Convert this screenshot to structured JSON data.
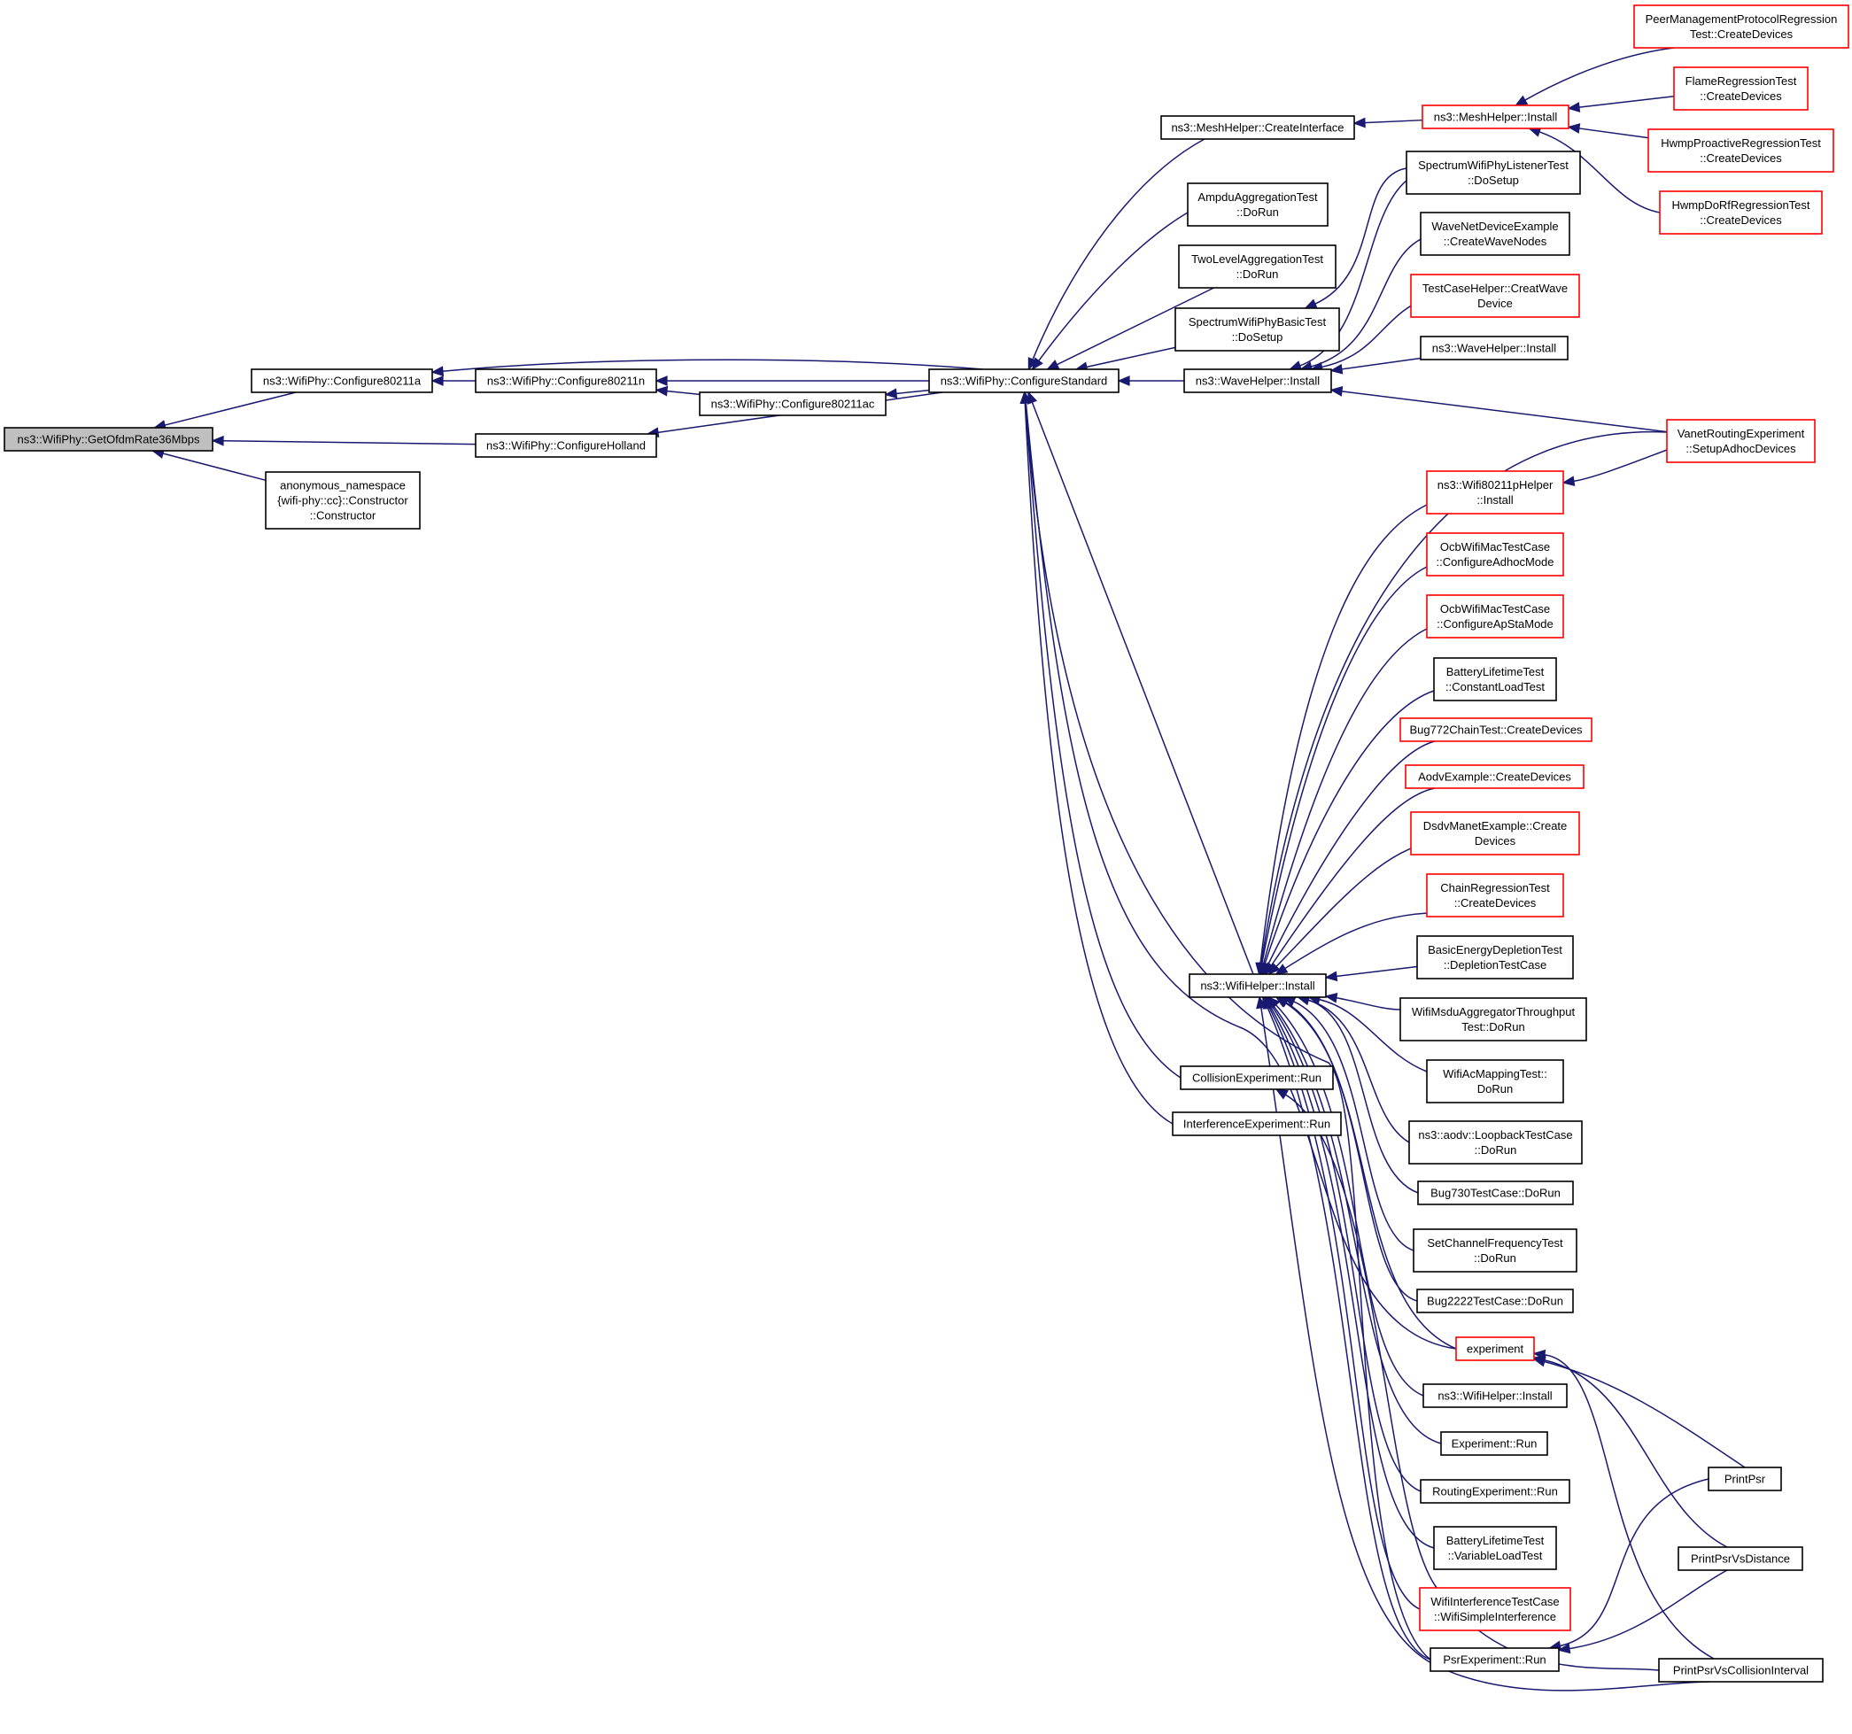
{
  "colors": {
    "edge": "#191970",
    "node_border_black": "#000000",
    "node_border_red": "#ff0000",
    "root_fill": "#bfbfbf",
    "node_fill": "#ffffff"
  },
  "nodes": [
    {
      "id": "root",
      "lines": [
        "ns3::WifiPhy::GetOfdmRate36Mbps"
      ],
      "border": "black",
      "root": true
    },
    {
      "id": "c80211a",
      "lines": [
        "ns3::WifiPhy::Configure80211a"
      ],
      "border": "black"
    },
    {
      "id": "anon",
      "lines": [
        "anonymous_namespace",
        "{wifi-phy::cc}::Constructor",
        "::Constructor"
      ],
      "border": "black"
    },
    {
      "id": "c80211n",
      "lines": [
        "ns3::WifiPhy::Configure80211n"
      ],
      "border": "black"
    },
    {
      "id": "cholland",
      "lines": [
        "ns3::WifiPhy::ConfigureHolland"
      ],
      "border": "black"
    },
    {
      "id": "c80211ac",
      "lines": [
        "ns3::WifiPhy::Configure80211ac"
      ],
      "border": "black"
    },
    {
      "id": "cstd",
      "lines": [
        "ns3::WifiPhy::ConfigureStandard"
      ],
      "border": "black"
    },
    {
      "id": "meshci",
      "lines": [
        "ns3::MeshHelper::CreateInterface"
      ],
      "border": "black"
    },
    {
      "id": "ampdu",
      "lines": [
        "AmpduAggregationTest",
        "::DoRun"
      ],
      "border": "black"
    },
    {
      "id": "twolevel",
      "lines": [
        "TwoLevelAggregationTest",
        "::DoRun"
      ],
      "border": "black"
    },
    {
      "id": "swpbasic",
      "lines": [
        "SpectrumWifiPhyBasicTest",
        "::DoSetup"
      ],
      "border": "black"
    },
    {
      "id": "wavehi",
      "lines": [
        "ns3::WaveHelper::Install"
      ],
      "border": "black"
    },
    {
      "id": "wifihi",
      "lines": [
        "ns3::WifiHelper::Install"
      ],
      "border": "black"
    },
    {
      "id": "collexp",
      "lines": [
        "CollisionExperiment::Run"
      ],
      "border": "black"
    },
    {
      "id": "interexp",
      "lines": [
        "InterferenceExperiment::Run"
      ],
      "border": "black"
    },
    {
      "id": "meshinst",
      "lines": [
        "ns3::MeshHelper::Install"
      ],
      "border": "red"
    },
    {
      "id": "swplistener",
      "lines": [
        "SpectrumWifiPhyListenerTest",
        "::DoSetup"
      ],
      "border": "black"
    },
    {
      "id": "wavenet",
      "lines": [
        "WaveNetDeviceExample",
        "::CreateWaveNodes"
      ],
      "border": "black"
    },
    {
      "id": "tchelper",
      "lines": [
        "TestCaseHelper::CreatWave",
        "Device"
      ],
      "border": "red"
    },
    {
      "id": "wavehi2",
      "lines": [
        "ns3::WaveHelper::Install"
      ],
      "border": "black"
    },
    {
      "id": "w80211p",
      "lines": [
        "ns3::Wifi80211pHelper",
        "::Install"
      ],
      "border": "red"
    },
    {
      "id": "ocbadhoc",
      "lines": [
        "OcbWifiMacTestCase",
        "::ConfigureAdhocMode"
      ],
      "border": "red"
    },
    {
      "id": "ocbapsta",
      "lines": [
        "OcbWifiMacTestCase",
        "::ConfigureApStaMode"
      ],
      "border": "red"
    },
    {
      "id": "battconst",
      "lines": [
        "BatteryLifetimeTest",
        "::ConstantLoadTest"
      ],
      "border": "black"
    },
    {
      "id": "bug772",
      "lines": [
        "Bug772ChainTest::CreateDevices"
      ],
      "border": "red"
    },
    {
      "id": "aodvex",
      "lines": [
        "AodvExample::CreateDevices"
      ],
      "border": "red"
    },
    {
      "id": "dsdv",
      "lines": [
        "DsdvManetExample::Create",
        "Devices"
      ],
      "border": "red"
    },
    {
      "id": "chainreg",
      "lines": [
        "ChainRegressionTest",
        "::CreateDevices"
      ],
      "border": "red"
    },
    {
      "id": "basicenergy",
      "lines": [
        "BasicEnergyDepletionTest",
        "::DepletionTestCase"
      ],
      "border": "black"
    },
    {
      "id": "msduagg",
      "lines": [
        "WifiMsduAggregatorThroughput",
        "Test::DoRun"
      ],
      "border": "black"
    },
    {
      "id": "acmap",
      "lines": [
        "WifiAcMappingTest::",
        "DoRun"
      ],
      "border": "black"
    },
    {
      "id": "aodvloop",
      "lines": [
        "ns3::aodv::LoopbackTestCase",
        "::DoRun"
      ],
      "border": "black"
    },
    {
      "id": "bug730",
      "lines": [
        "Bug730TestCase::DoRun"
      ],
      "border": "black"
    },
    {
      "id": "setchan",
      "lines": [
        "SetChannelFrequencyTest",
        "::DoRun"
      ],
      "border": "black"
    },
    {
      "id": "bug2222",
      "lines": [
        "Bug2222TestCase::DoRun"
      ],
      "border": "black"
    },
    {
      "id": "experiment",
      "lines": [
        "experiment"
      ],
      "border": "red"
    },
    {
      "id": "wifihi2",
      "lines": [
        "ns3::WifiHelper::Install"
      ],
      "border": "black"
    },
    {
      "id": "exprun",
      "lines": [
        "Experiment::Run"
      ],
      "border": "black"
    },
    {
      "id": "routexp",
      "lines": [
        "RoutingExperiment::Run"
      ],
      "border": "black"
    },
    {
      "id": "battvar",
      "lines": [
        "BatteryLifetimeTest",
        "::VariableLoadTest"
      ],
      "border": "black"
    },
    {
      "id": "wifiinterf",
      "lines": [
        "WifiInterferenceTestCase",
        "::WifiSimpleInterference"
      ],
      "border": "red"
    },
    {
      "id": "psrexp",
      "lines": [
        "PsrExperiment::Run"
      ],
      "border": "black"
    },
    {
      "id": "peermgmt",
      "lines": [
        "PeerManagementProtocolRegression",
        "Test::CreateDevices"
      ],
      "border": "red"
    },
    {
      "id": "flame",
      "lines": [
        "FlameRegressionTest",
        "::CreateDevices"
      ],
      "border": "red"
    },
    {
      "id": "hwmpproactive",
      "lines": [
        "HwmpProactiveRegressionTest",
        "::CreateDevices"
      ],
      "border": "red"
    },
    {
      "id": "hwmpdorf",
      "lines": [
        "HwmpDoRfRegressionTest",
        "::CreateDevices"
      ],
      "border": "red"
    },
    {
      "id": "vanet",
      "lines": [
        "VanetRoutingExperiment",
        "::SetupAdhocDevices"
      ],
      "border": "red"
    },
    {
      "id": "printpsr",
      "lines": [
        "PrintPsr"
      ],
      "border": "black"
    },
    {
      "id": "printpsrdist",
      "lines": [
        "PrintPsrVsDistance"
      ],
      "border": "black"
    },
    {
      "id": "printpsrcoll",
      "lines": [
        "PrintPsrVsCollisionInterval"
      ],
      "border": "black"
    }
  ],
  "edges": [
    [
      "root",
      "c80211a"
    ],
    [
      "root",
      "anon"
    ],
    [
      "root",
      "cholland"
    ],
    [
      "c80211a",
      "c80211n"
    ],
    [
      "c80211a",
      "cstd"
    ],
    [
      "c80211n",
      "c80211ac"
    ],
    [
      "c80211n",
      "cstd"
    ],
    [
      "cholland",
      "cstd"
    ],
    [
      "c80211ac",
      "cstd"
    ],
    [
      "cstd",
      "meshci"
    ],
    [
      "cstd",
      "ampdu"
    ],
    [
      "cstd",
      "twolevel"
    ],
    [
      "cstd",
      "swpbasic"
    ],
    [
      "cstd",
      "wavehi"
    ],
    [
      "cstd",
      "wifihi"
    ],
    [
      "cstd",
      "collexp"
    ],
    [
      "cstd",
      "interexp"
    ],
    [
      "cstd",
      "experiment"
    ],
    [
      "cstd",
      "psrexp"
    ],
    [
      "meshci",
      "meshinst"
    ],
    [
      "meshinst",
      "peermgmt"
    ],
    [
      "meshinst",
      "flame"
    ],
    [
      "meshinst",
      "hwmpproactive"
    ],
    [
      "meshinst",
      "hwmpdorf"
    ],
    [
      "swpbasic",
      "swplistener"
    ],
    [
      "wavehi",
      "swplistener"
    ],
    [
      "wavehi",
      "wavenet"
    ],
    [
      "wavehi",
      "tchelper"
    ],
    [
      "wavehi",
      "wavehi2"
    ],
    [
      "wavehi",
      "vanet"
    ],
    [
      "w80211p",
      "vanet"
    ],
    [
      "wifihi",
      "w80211p"
    ],
    [
      "wifihi",
      "ocbadhoc"
    ],
    [
      "wifihi",
      "ocbapsta"
    ],
    [
      "wifihi",
      "battconst"
    ],
    [
      "wifihi",
      "bug772"
    ],
    [
      "wifihi",
      "aodvex"
    ],
    [
      "wifihi",
      "dsdv"
    ],
    [
      "wifihi",
      "chainreg"
    ],
    [
      "wifihi",
      "basicenergy"
    ],
    [
      "wifihi",
      "msduagg"
    ],
    [
      "wifihi",
      "acmap"
    ],
    [
      "wifihi",
      "aodvloop"
    ],
    [
      "wifihi",
      "bug730"
    ],
    [
      "wifihi",
      "setchan"
    ],
    [
      "wifihi",
      "bug2222"
    ],
    [
      "wifihi",
      "experiment"
    ],
    [
      "wifihi",
      "wifihi2"
    ],
    [
      "wifihi",
      "exprun"
    ],
    [
      "wifihi",
      "routexp"
    ],
    [
      "wifihi",
      "battvar"
    ],
    [
      "wifihi",
      "wifiinterf"
    ],
    [
      "wifihi",
      "psrexp"
    ],
    [
      "wifihi",
      "vanet"
    ],
    [
      "wifihi",
      "printpsrcoll"
    ],
    [
      "collexp",
      "printpsrcoll"
    ],
    [
      "experiment",
      "printpsr"
    ],
    [
      "experiment",
      "printpsrdist"
    ],
    [
      "experiment",
      "printpsrcoll"
    ],
    [
      "psrexp",
      "printpsr"
    ],
    [
      "psrexp",
      "printpsrdist"
    ]
  ]
}
